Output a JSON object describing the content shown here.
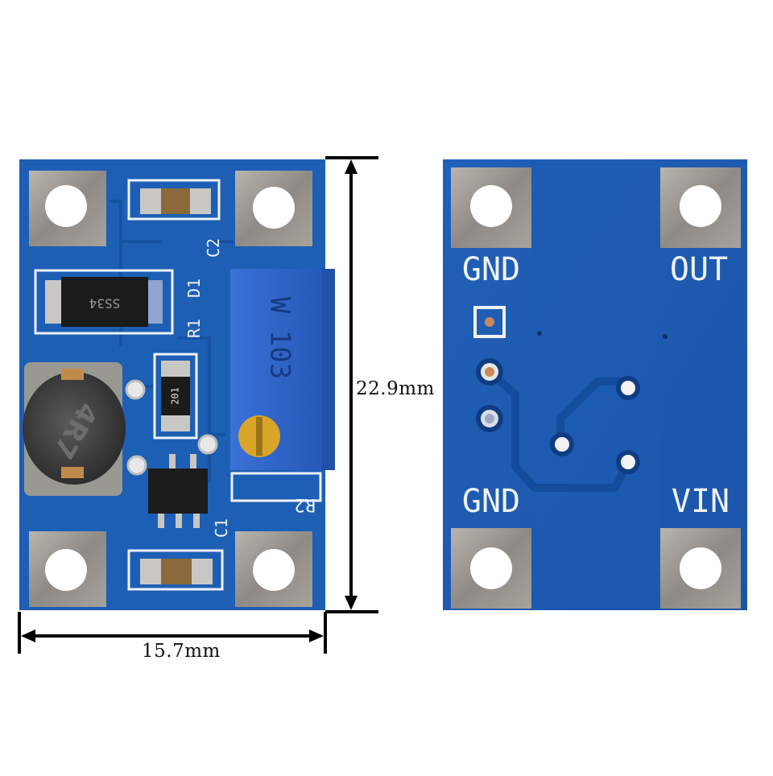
{
  "dimensions": {
    "width_label": "15.7mm",
    "height_label": "22.9mm"
  },
  "front_board": {
    "silkscreen": {
      "c2": "C2",
      "d1": "D1",
      "r1": "R1",
      "r2": "R2",
      "c1": "C1"
    },
    "diode_marking": "SS34",
    "resistor_marking": "201",
    "inductor_marking": "4R7",
    "potentiometer_marking": "W 103"
  },
  "back_board": {
    "pins": {
      "top_left": "GND",
      "top_right": "OUT",
      "bottom_left": "GND",
      "bottom_right": "VIN"
    }
  },
  "colors": {
    "pcb": "#1d5fb4",
    "pcb_dark": "#124c9a",
    "silkscreen": "#eef2f8",
    "pad": "#9a9590",
    "pot": "#2f63c8",
    "dimension_line": "#000000"
  }
}
